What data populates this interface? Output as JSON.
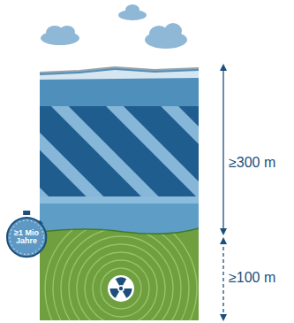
{
  "diagram": {
    "nodes": [
      {
        "text": [
          "≥1 Mio Jahre"
        ]
      }
    ],
    "labels": [
      "≥300 m",
      "≥100 m"
    ]
  }
}
